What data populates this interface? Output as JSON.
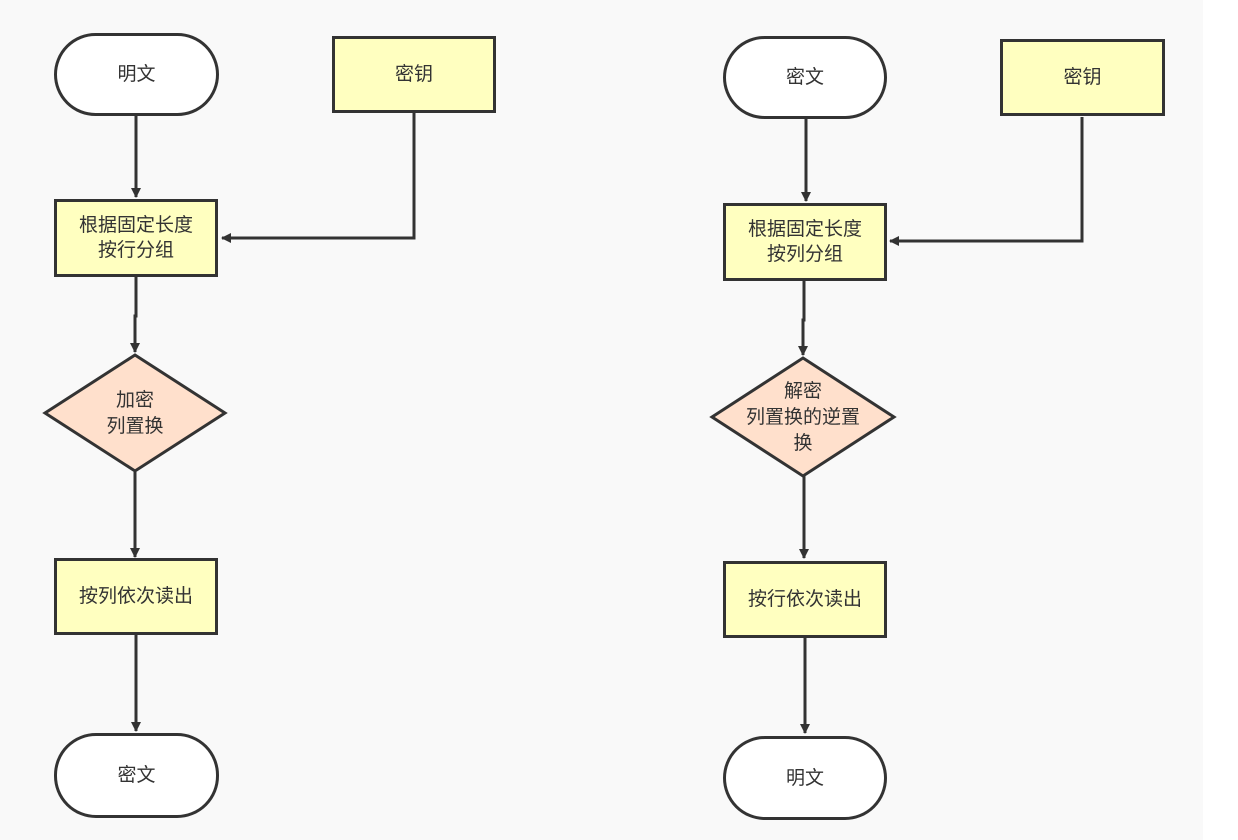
{
  "colors": {
    "background": "#f9f9f9",
    "process_fill": "#ffffc0",
    "terminal_fill": "#ffffff",
    "decision_fill": "#ffe0cc",
    "stroke": "#333333"
  },
  "encrypt_flow": {
    "start": "明文",
    "key": "密钥",
    "group": "根据固定长度\n按行分组",
    "transform": "加密\n列置换",
    "read": "按列依次读出",
    "end": "密文"
  },
  "decrypt_flow": {
    "start": "密文",
    "key": "密钥",
    "group": "根据固定长度\n按列分组",
    "transform": "解密\n列置换的逆置\n换",
    "read": "按行依次读出",
    "end": "明文"
  }
}
